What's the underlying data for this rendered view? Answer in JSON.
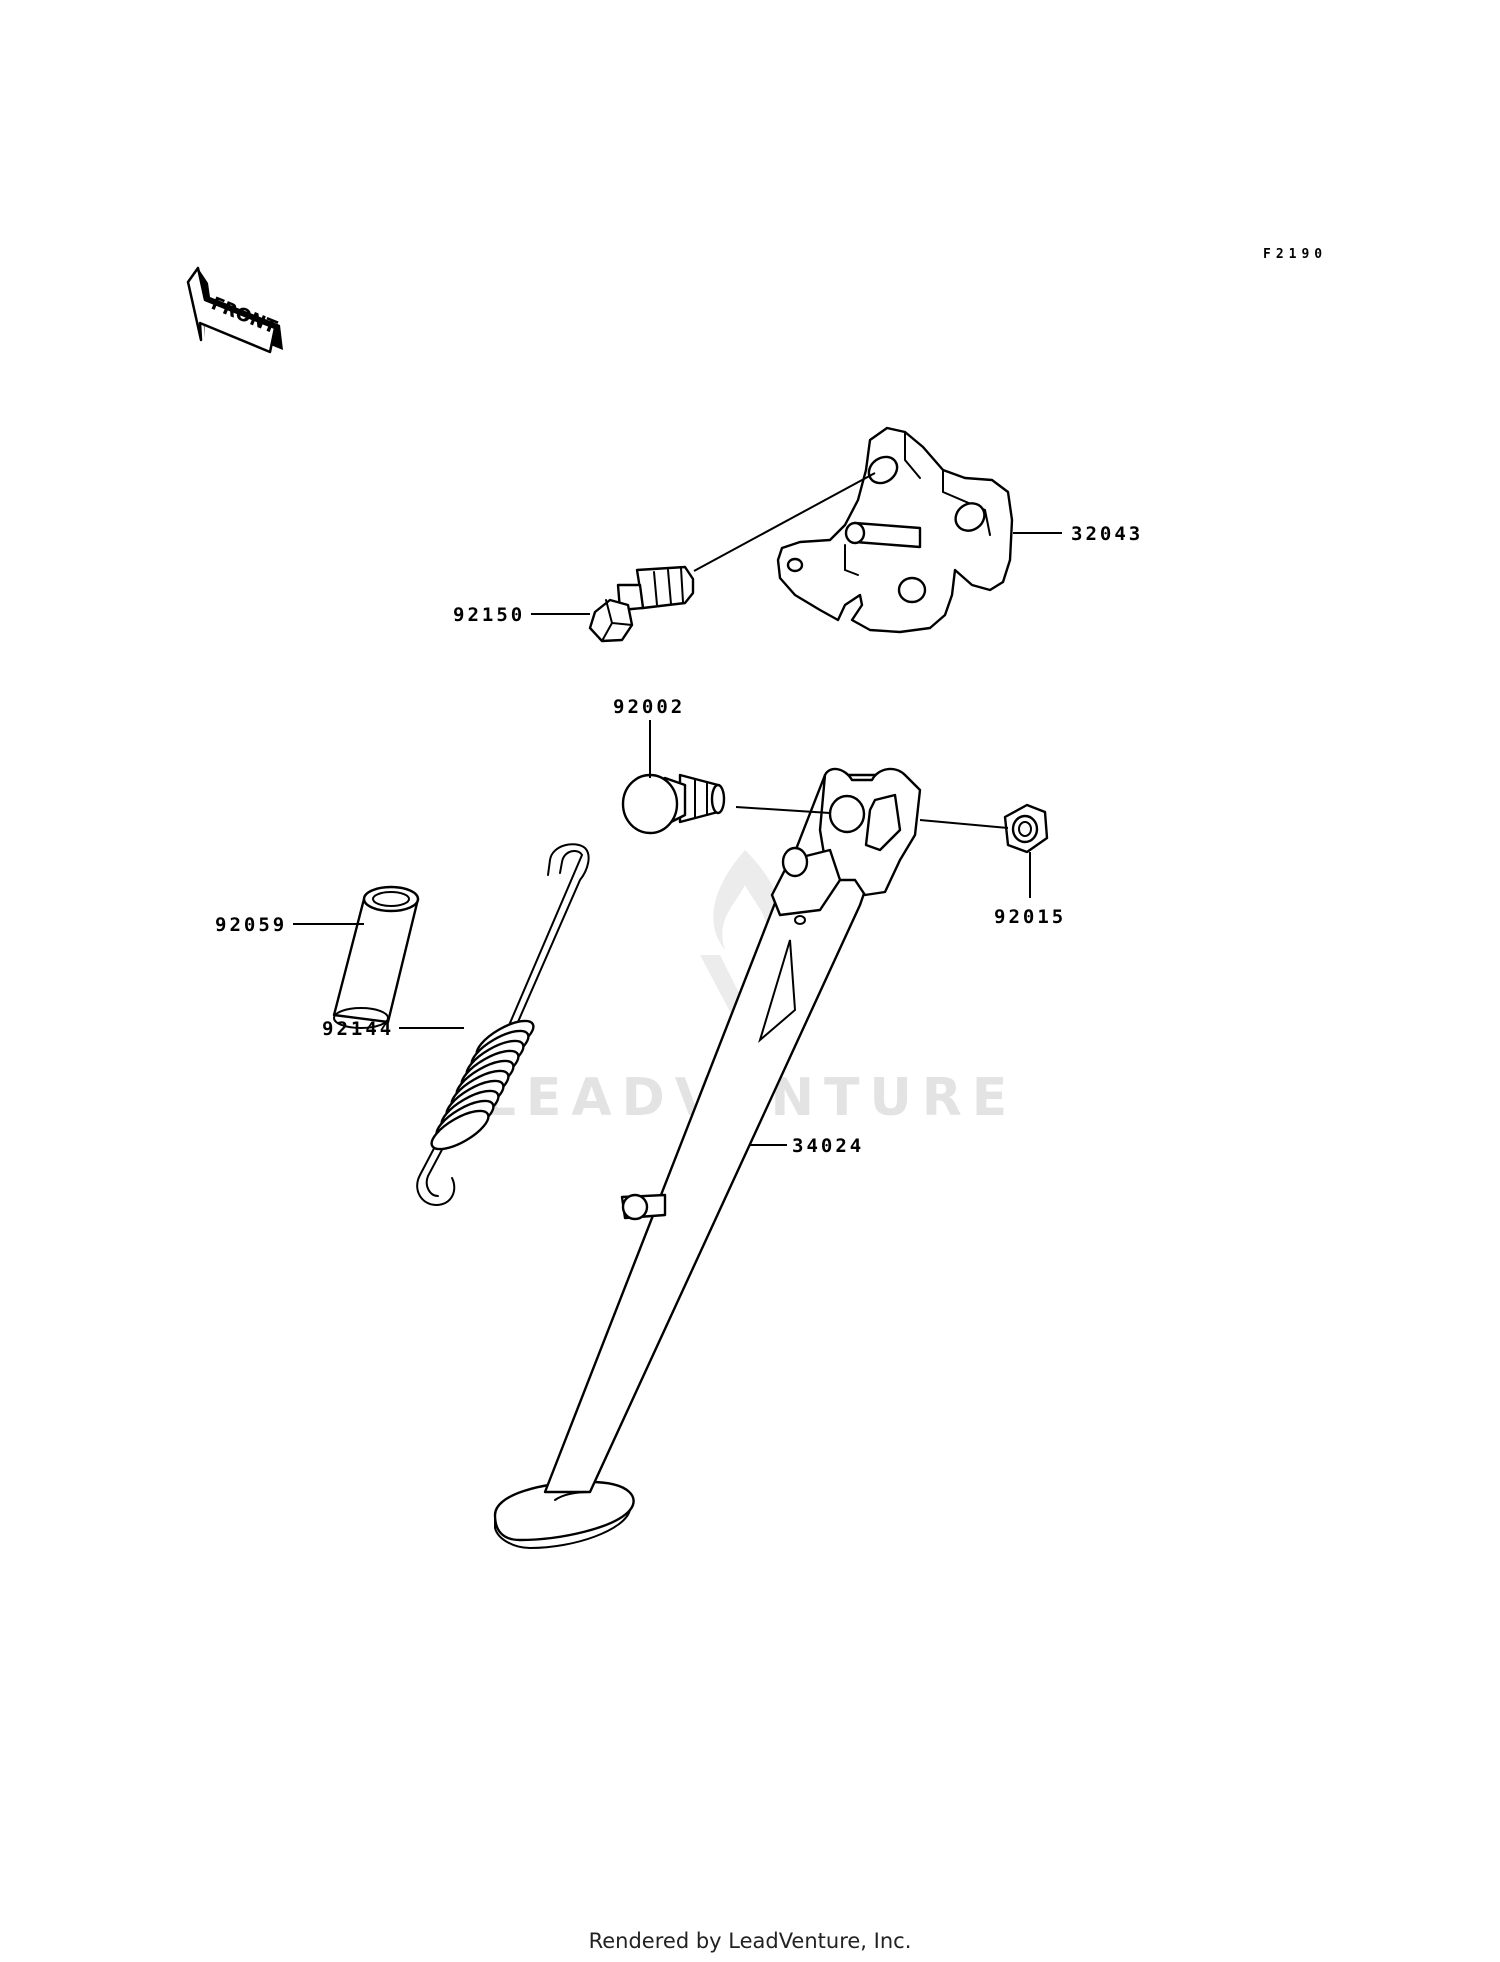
{
  "diagram": {
    "code": "F2190",
    "front_arrow_text": "FRONT",
    "watermark": "LEADVENTURE",
    "footer": "Rendered by LeadVenture, Inc.",
    "parts": [
      {
        "number": "32043"
      },
      {
        "number": "92150"
      },
      {
        "number": "92002"
      },
      {
        "number": "92015"
      },
      {
        "number": "92059"
      },
      {
        "number": "92144"
      },
      {
        "number": "34024"
      }
    ]
  }
}
